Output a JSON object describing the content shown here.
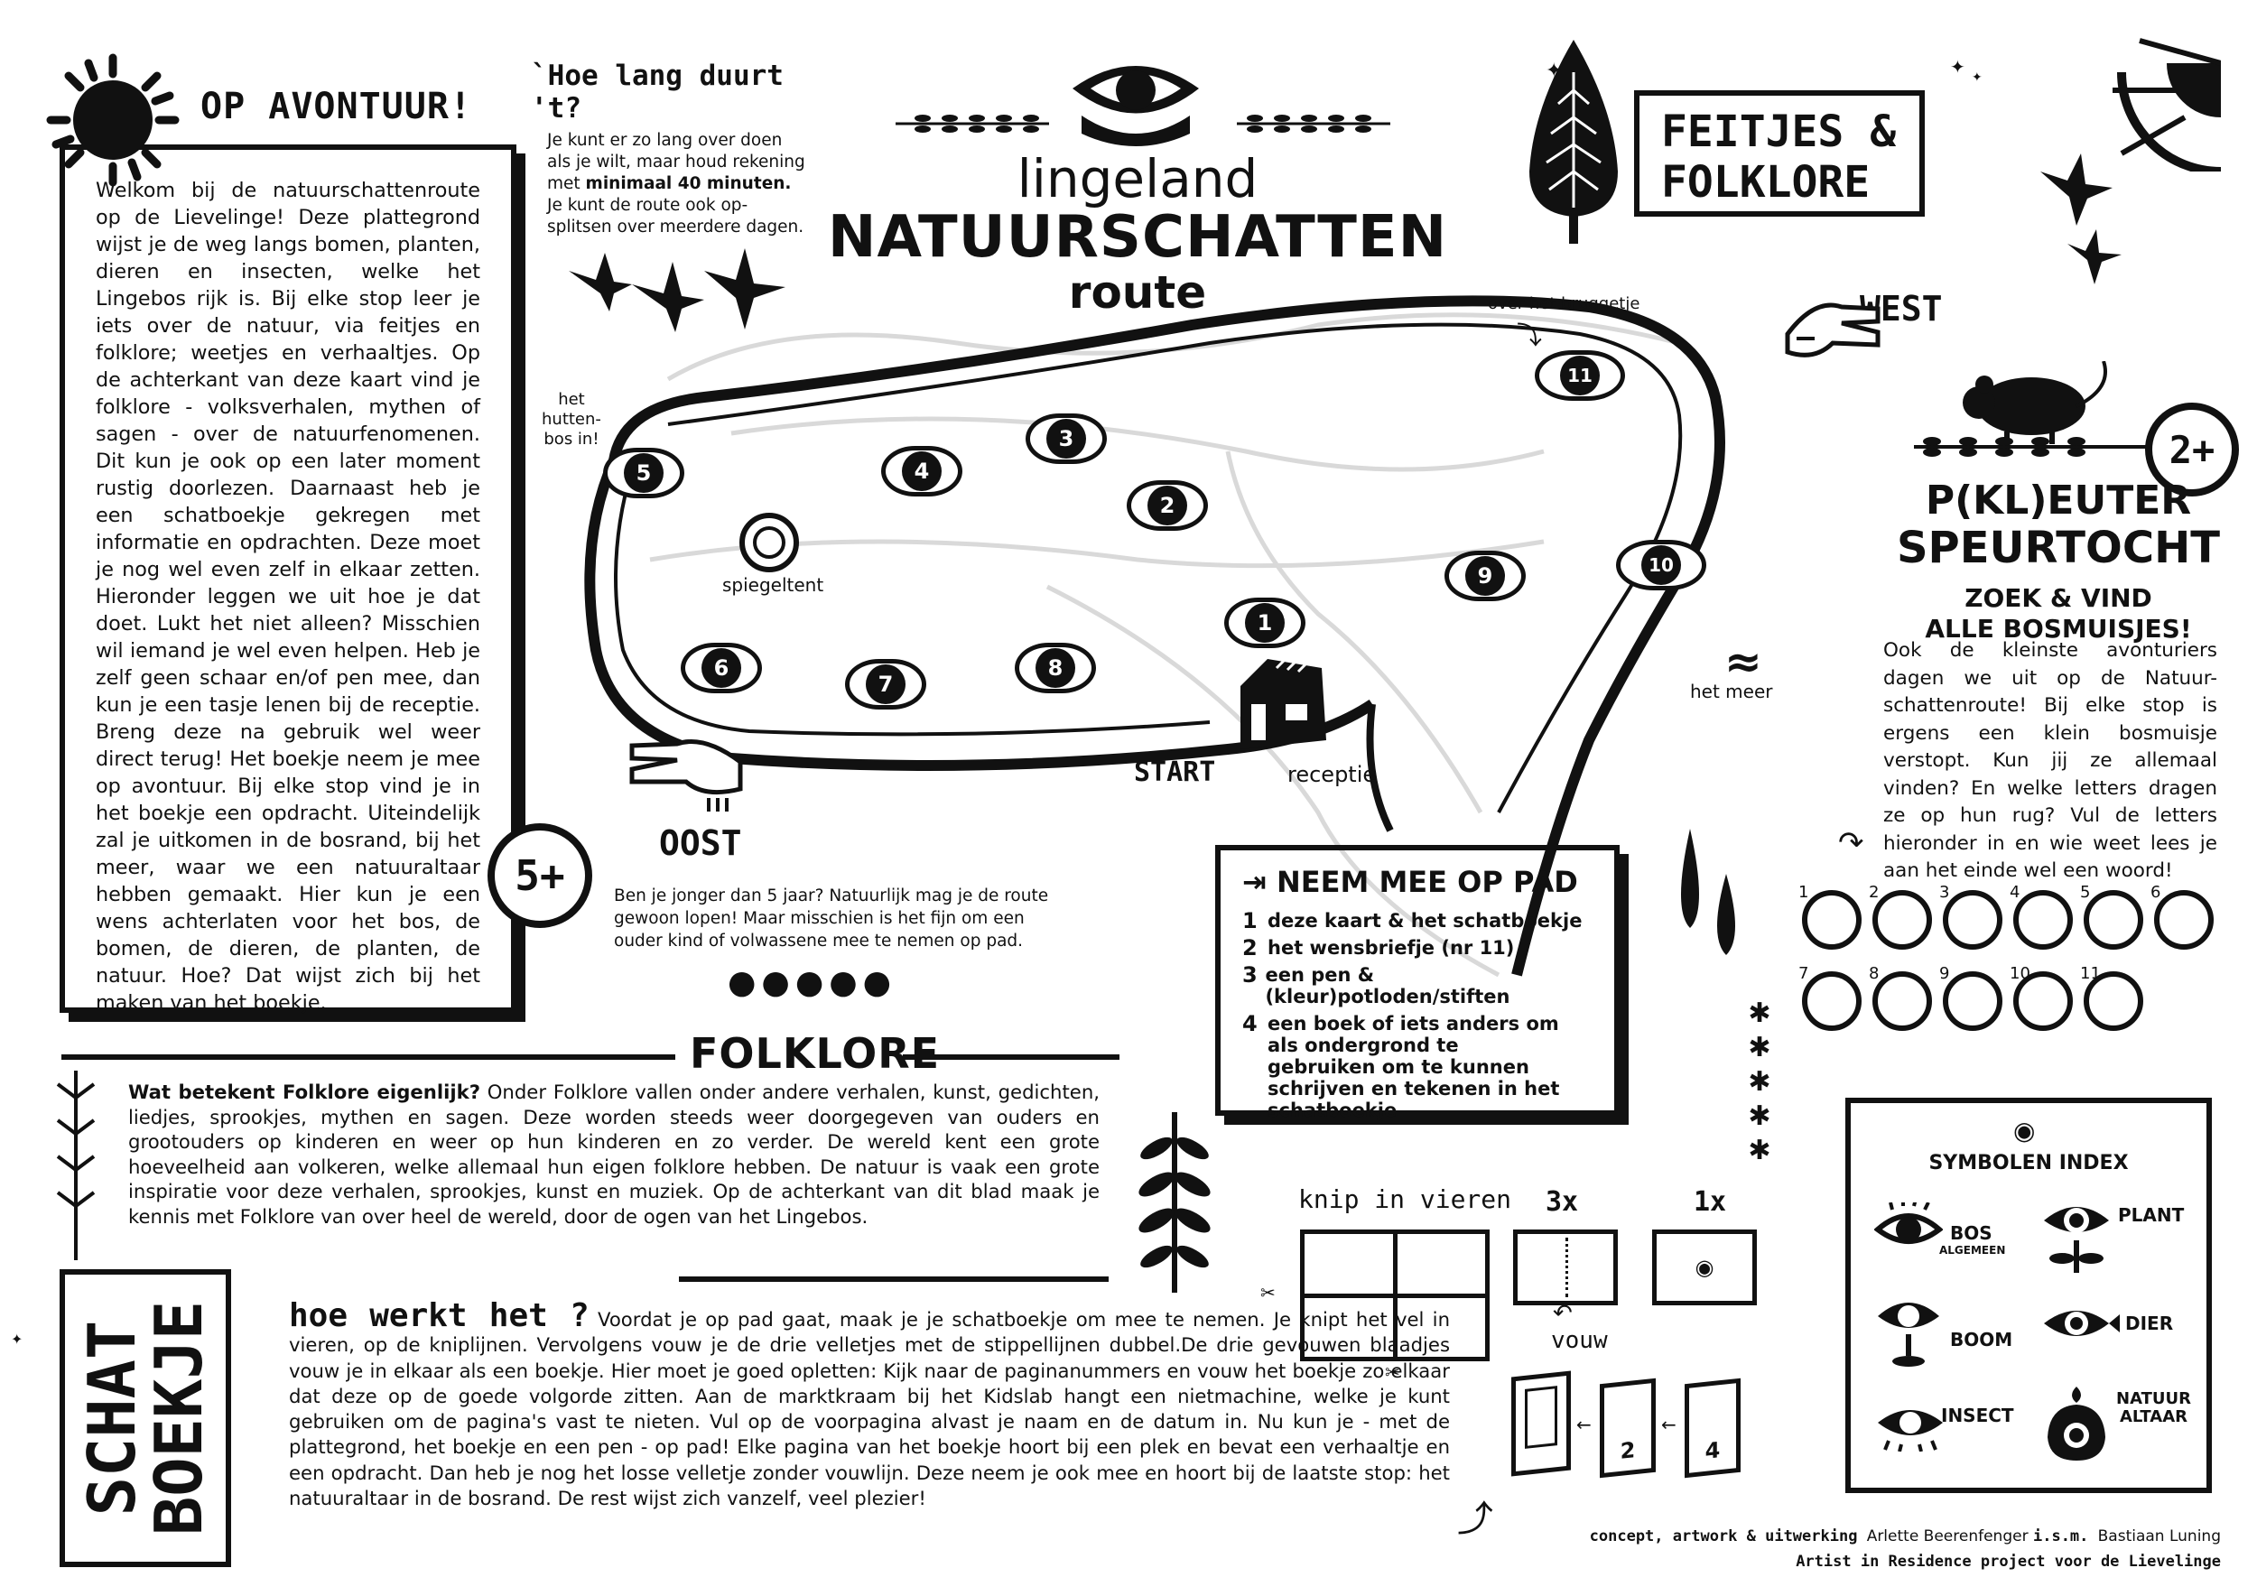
{
  "avontuur": {
    "title": "OP AVONTUUR!",
    "body_1": "Welkom bij de natuurschattenroute op de Lievelinge! Deze plattegrond wijst je de weg langs bomen, planten, dieren en insecten, welke het Lingebos rijk is. Bij elke stop leer je iets over de natuur, via feitjes en folklore; weetjes en verhaaltjes. Op de achterkant van deze kaart vind je folklore - volksverhalen, mythen of sagen - over de natuurfenomenen. Dit kun je ook op een later moment rustig doorlezen. Daarnaast heb je een schatboekje gekregen met informatie en opdrachten. Deze moet je nog wel even zelf in elkaar zetten. Hieronder leggen we uit hoe je dat doet. Lukt het niet alleen? Misschien wil iemand je wel even helpen. Heb je zelf geen schaar en/of pen mee, dan kun je een tasje lenen bij de receptie. Breng deze na gebruik wel weer direct terug! Het boekje neem je mee op avontuur. Bij elke stop vind je in het boekje een opdracht. Uiteindelijk zal je uitkomen in de bosrand, bij het meer, waar we een natuuraltaar hebben gemaakt. Hier kun je een wens achterlaten voor het bos, de bomen, de dieren, de planten, de natuur. Hoe? Dat wijst zich bij het maken van het boekje."
  },
  "duur": {
    "title": "`Hoe lang duurt 't?",
    "line_1": "Je kunt er zo lang over doen",
    "line_2": "als je wilt, maar houd rekening",
    "line_3a": "met ",
    "line_3b": "minimaal 40 minuten.",
    "line_4": "Je kunt  de route ook op-",
    "line_5": "splitsen over meerdere dagen."
  },
  "title": {
    "line_1": "lingeland",
    "line_2": "NATUURSCHATTEN",
    "line_3": "route"
  },
  "feitjes": {
    "line_1": "FEITJES &",
    "line_2": "FOLKLORE"
  },
  "map": {
    "bridge": "over het bruggetje",
    "west": "WEST",
    "oost": "OOST",
    "hutten": "het\nhutten-\nbos in!",
    "spiegeltent": "spiegeltent",
    "meer": "het meer",
    "start": "START",
    "receptie": "receptie",
    "stops": [
      "1",
      "2",
      "3",
      "4",
      "5",
      "6",
      "7",
      "8",
      "9",
      "10",
      "11"
    ]
  },
  "peuter": {
    "age": "2+",
    "title_1": "P(KL)EUTER",
    "title_2": "SPEURTOCHT",
    "sub_1": "ZOEK & VIND",
    "sub_2": "ALLE BOSMUISJES!",
    "body": "Ook de kleinste avonturiers dagen we uit op de Natuur-schattenroute! Bij elke stop is ergens een klein bosmuisje verstopt. Kun jij ze allemaal vinden? En welke letters dragen ze op hun rug? Vul de letters hieronder in en wie weet lees je aan het einde wel een woord!",
    "circles_row1": [
      "1",
      "2",
      "3",
      "4",
      "5",
      "6"
    ],
    "circles_row2": [
      "7",
      "8",
      "9",
      "10",
      "11"
    ]
  },
  "jonger": {
    "age": "5+",
    "text": "Ben je jonger dan 5 jaar?  Natuurlijk mag je de route gewoon lopen! Maar misschien is het fijn om een ouder kind of volwassene mee te nemen op pad."
  },
  "neem": {
    "title": "NEEM MEE OP PAD",
    "items": [
      {
        "n": "1",
        "t": "deze kaart & het schatboekje"
      },
      {
        "n": "2",
        "t": "het wensbriefje (nr 11)"
      },
      {
        "n": "3",
        "t": "een pen & (kleur)potloden/stiften"
      },
      {
        "n": "4",
        "t": "een boek of iets anders om als  ondergrond te gebruiken om te kunnen schrijven en tekenen in het schatboekje"
      }
    ]
  },
  "folklore": {
    "title": "FOLKLORE",
    "lead": "Wat betekent Folklore eigenlijk?",
    "body": " Onder Folklore vallen onder andere verhalen, kunst, gedichten, liedjes, sprookjes, mythen en sagen. Deze worden steeds weer doorgegeven van ouders en grootouders op kinderen en weer op hun kinderen en zo verder. De wereld kent een grote hoeveelheid aan volkeren, welke allemaal hun eigen folklore hebben. De natuur is vaak een grote inspiratie voor deze verhalen, sprookjes, kunst en muziek. Op de achterkant van dit blad maak je kennis met Folklore van over heel de wereld, door de ogen van het Lingebos."
  },
  "schat": {
    "line_1": "SCHAT",
    "line_2": "BOEKJE"
  },
  "werkt": {
    "title": "hoe werkt het ?",
    "body": " Voordat je op pad gaat, maak je je schatboekje om mee te nemen. Je knipt het vel in vieren, op de kniplijnen. Vervolgens vouw je de drie velletjes met de stippellijnen dubbel.De drie gevouwen blaadjes vouw je in elkaar als een boekje. Hier moet je goed opletten: Kijk naar de paginanummers en vouw het boekje zo elkaar dat deze op de goede volgorde zitten. Aan de marktkraam bij het Kidslab hangt een nietmachine, welke je kunt gebruiken om de pagina's vast te nieten. Vul op de voorpagina alvast je naam en de datum in. Nu kun je - met de plattegrond, het boekje en een pen - op pad! Elke pagina van het boekje hoort bij een plek en bevat een verhaaltje en een opdracht. Dan heb je nog het losse velletje zonder vouwlijn. Deze neem je ook mee en hoort bij de laatste stop: het natuuraltaar in de bosrand. De rest wijst zich vanzelf, veel plezier!"
  },
  "knip": {
    "title": "knip in vieren",
    "three": "3x",
    "one": "1x",
    "vouw": "vouw",
    "page_2": "2",
    "page_4": "4"
  },
  "index": {
    "title": "SYMBOLEN INDEX",
    "bos": "BOS",
    "algemeen": "ALGEMEEN",
    "plant": "PLANT",
    "boom": "BOOM",
    "dier": "DIER",
    "insect": "INSECT",
    "altaar_1": "NATUUR",
    "altaar_2": "ALTAAR"
  },
  "credits": {
    "a": "concept, artwork & uitwerking ",
    "b": "Arlette Beerenfenger ",
    "c": "i.s.m. ",
    "d": "Bastiaan Luning",
    "line_2": "Artist in Residence project voor de Lievelinge"
  },
  "colors": {
    "ink": "#111111",
    "paper": "#ffffff",
    "path": "#d9d9d9"
  }
}
